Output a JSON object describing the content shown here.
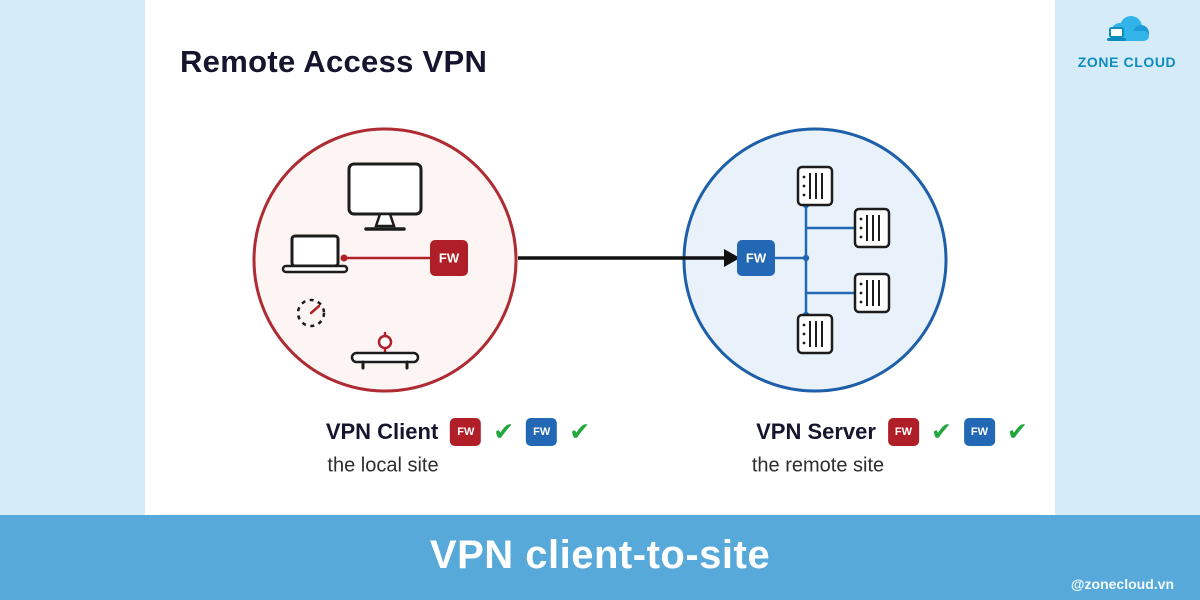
{
  "colors": {
    "background": "#d6ebf8",
    "band": "#57a9d9",
    "firewall_red": "#b01f27",
    "firewall_blue": "#2268b5",
    "check_green": "#22a73c",
    "left_circle_stroke": "#ae2b33",
    "right_circle_stroke": "#1d5fa8",
    "logo_teal": "#0d8cc0"
  },
  "header": {
    "title": "Remote Access VPN"
  },
  "logo": {
    "text": "ZONE CLOUD"
  },
  "diagram": {
    "fw_label": "FW",
    "check_glyph": "✔",
    "left": {
      "title": "VPN Client",
      "subtitle": "the local site"
    },
    "right": {
      "title": "VPN Server",
      "subtitle": "the remote site"
    }
  },
  "footer": {
    "title": "VPN client-to-site",
    "handle": "@zonecloud.vn"
  }
}
